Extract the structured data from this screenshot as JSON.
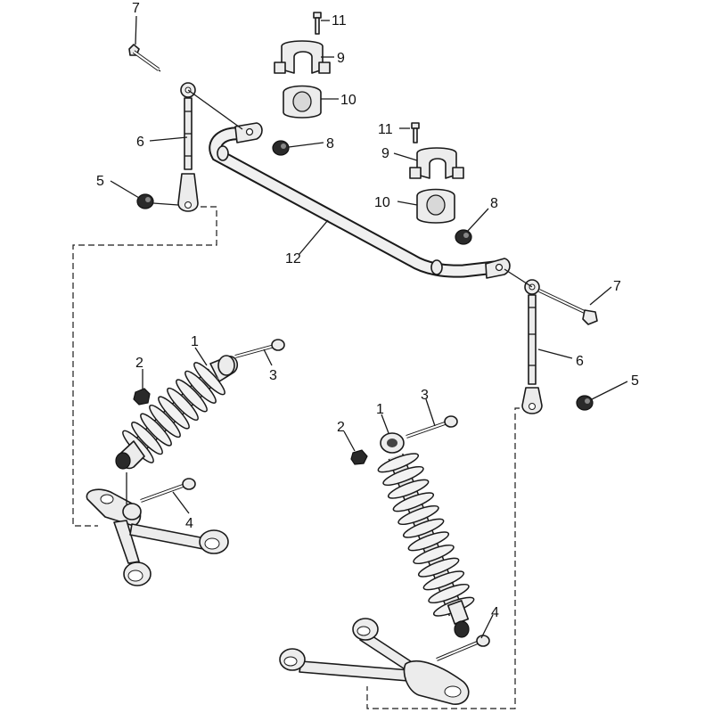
{
  "diagram": {
    "callouts": [
      {
        "id": "c7a",
        "text": "7"
      },
      {
        "id": "c11a",
        "text": "11"
      },
      {
        "id": "c9a",
        "text": "9"
      },
      {
        "id": "c10a",
        "text": "10"
      },
      {
        "id": "c6a",
        "text": "6"
      },
      {
        "id": "c8a",
        "text": "8"
      },
      {
        "id": "c5a",
        "text": "5"
      },
      {
        "id": "c11b",
        "text": "11"
      },
      {
        "id": "c9b",
        "text": "9"
      },
      {
        "id": "c10b",
        "text": "10"
      },
      {
        "id": "c8b",
        "text": "8"
      },
      {
        "id": "c12",
        "text": "12"
      },
      {
        "id": "c7b",
        "text": "7"
      },
      {
        "id": "c1a",
        "text": "1"
      },
      {
        "id": "c2a",
        "text": "2"
      },
      {
        "id": "c3a",
        "text": "3"
      },
      {
        "id": "c6b",
        "text": "6"
      },
      {
        "id": "c5b",
        "text": "5"
      },
      {
        "id": "c1b",
        "text": "1"
      },
      {
        "id": "c3b",
        "text": "3"
      },
      {
        "id": "c2b",
        "text": "2"
      },
      {
        "id": "c4a",
        "text": "4"
      },
      {
        "id": "c4b",
        "text": "4"
      }
    ]
  }
}
